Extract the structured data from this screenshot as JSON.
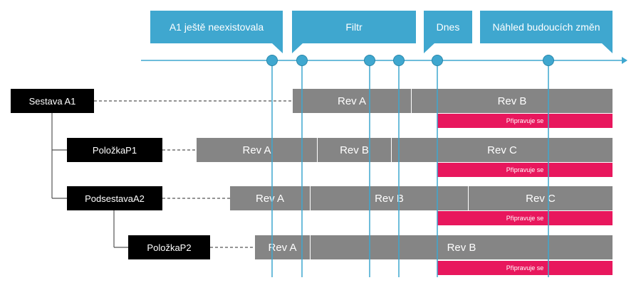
{
  "callouts": {
    "not_existed": "A1 ještě neexistovala",
    "filter": "Filtr",
    "today": "Dnes",
    "preview": "Náhled budoucích změn"
  },
  "nodes": {
    "assembly_a1": "Sestava A1",
    "item_p1": "PoložkaP1",
    "subassembly_a2": "PodsestavaA2",
    "item_p2": "PoložkaP2"
  },
  "rows": {
    "assembly_a1": {
      "rev_a": "Rev A",
      "rev_b": "Rev B",
      "status": "Připravuje se"
    },
    "item_p1": {
      "rev_a": "Rev A",
      "rev_b": "Rev B",
      "rev_c": "Rev C",
      "status": "Připravuje se"
    },
    "subassembly_a2": {
      "rev_a": "Rev A",
      "rev_b": "Rev B",
      "rev_c": "Rev C",
      "status": "Připravuje se"
    },
    "item_p2": {
      "rev_a": "Rev A",
      "rev_b": "Rev B",
      "status": "Připravuje se"
    }
  },
  "colors": {
    "accent": "#3fa7cf",
    "revision_bar": "#858585",
    "in_preparation": "#e8175d",
    "node": "#000000",
    "tree_lines": "#555555"
  }
}
